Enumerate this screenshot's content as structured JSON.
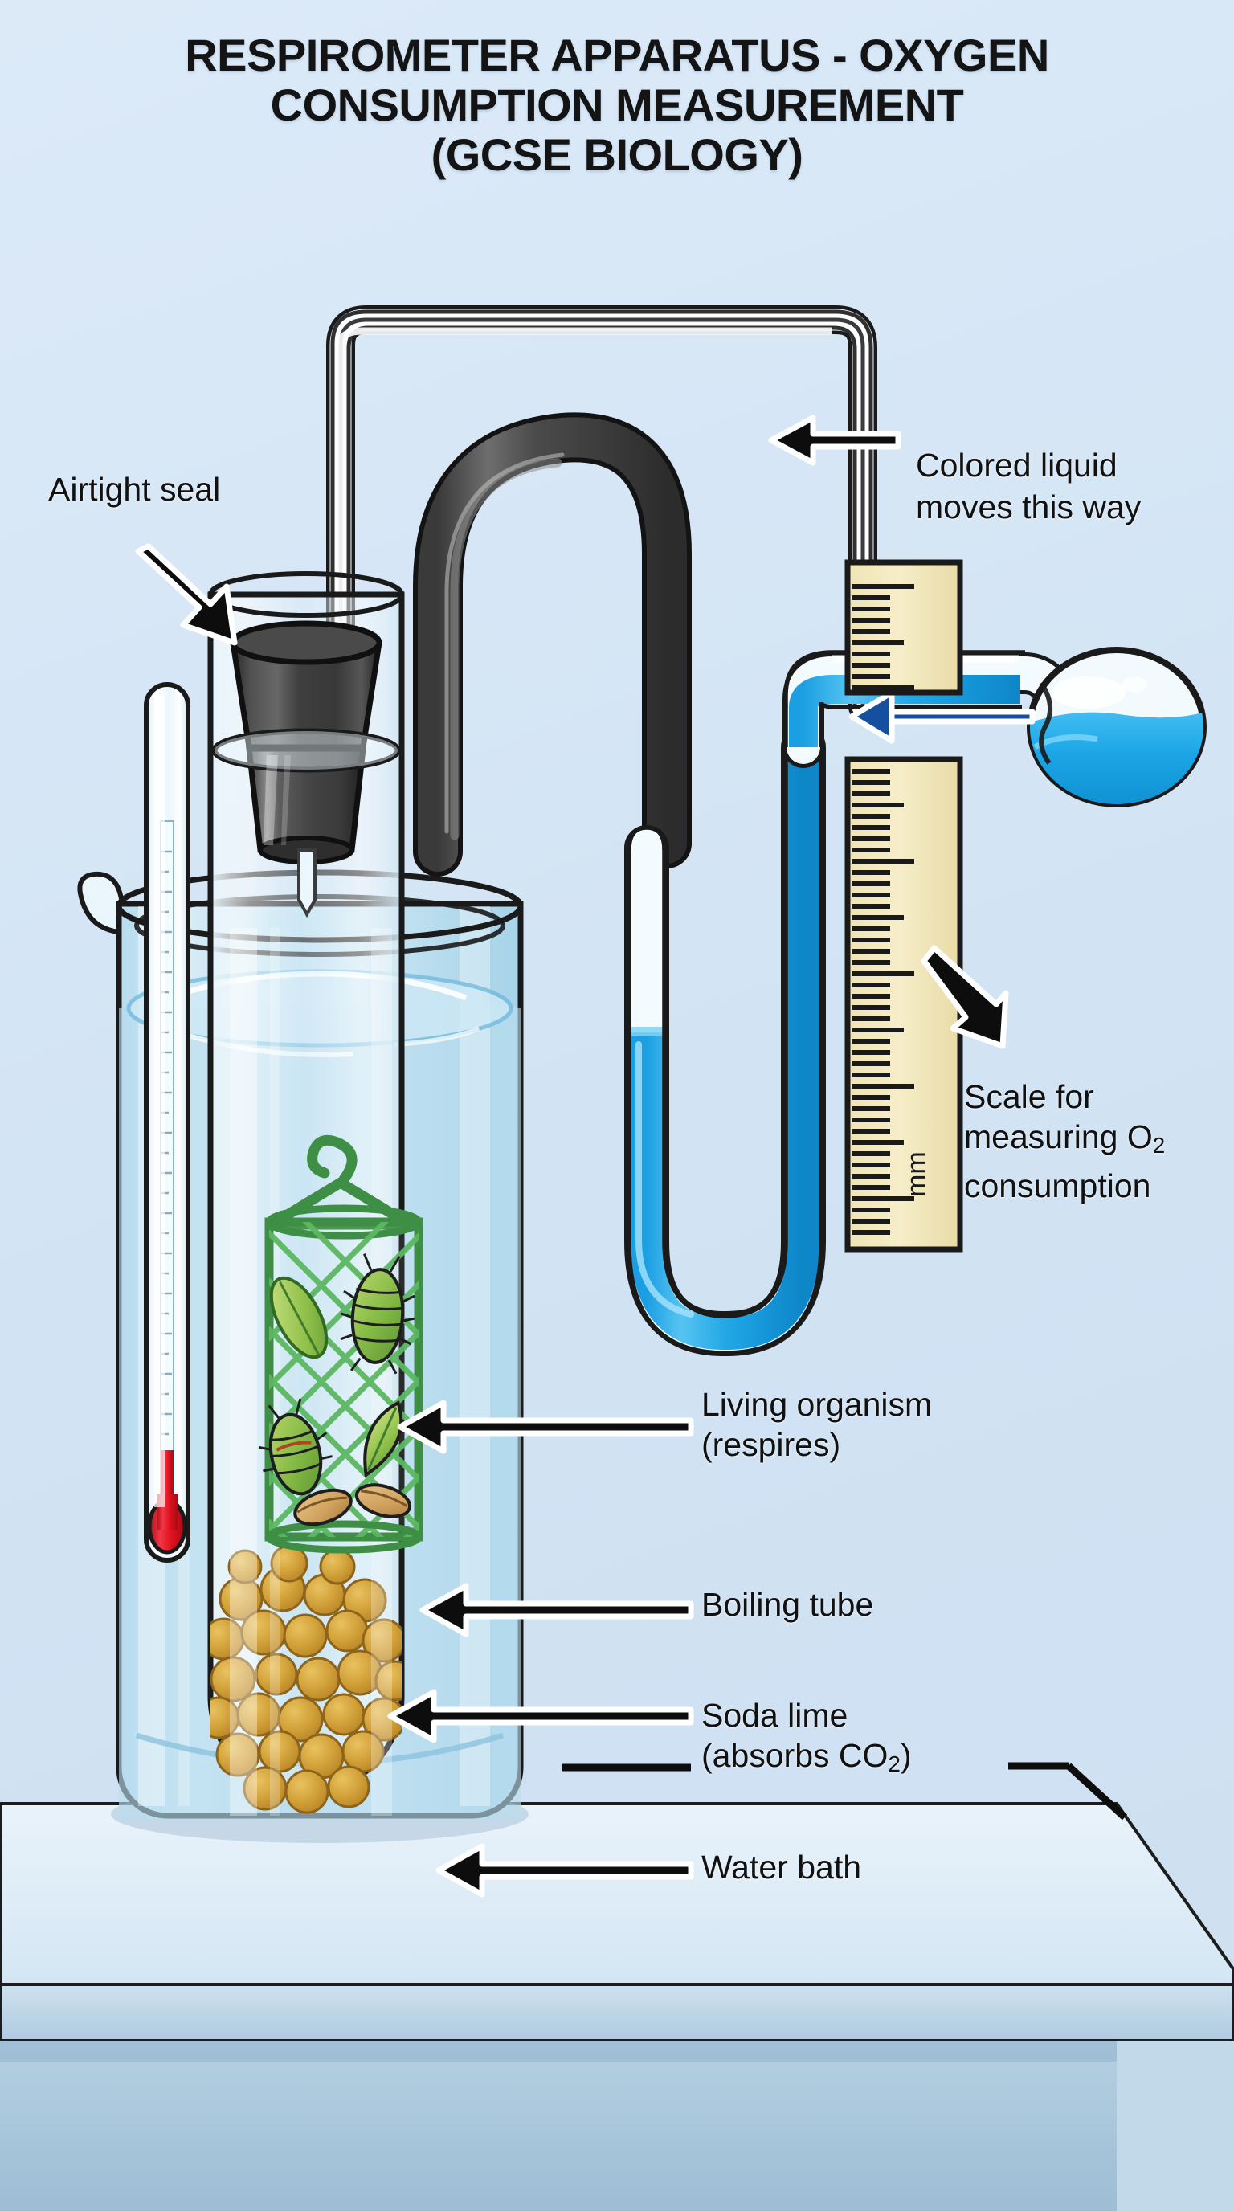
{
  "title": {
    "line1": "RESPIROMETER APPARATUS - OXYGEN",
    "line2": "CONSUMPTION MEASUREMENT",
    "line3": "(GCSE BIOLOGY)"
  },
  "labels": {
    "airtight_seal": "Airtight seal",
    "colored_liquid_l1": "Colored liquid",
    "colored_liquid_l2": "moves this way",
    "scale_l1": "Scale for",
    "scale_l2a": "measuring O",
    "scale_l2b": "2",
    "scale_l3": "consumption",
    "organism_l1": "Living organism",
    "organism_l2": "(respires)",
    "boiling_tube": "Boiling tube",
    "soda_lime_l1": "Soda lime",
    "soda_lime_l2a": "(absorbs CO",
    "soda_lime_l2b": "2",
    "soda_lime_l2c": ")",
    "water_bath": "Water bath"
  },
  "ruler": {
    "unit_label": "mm",
    "major_tick_every": 10,
    "mid_tick_every": 5
  },
  "colors": {
    "background_top": "#dceaf8",
    "background_bottom": "#cfe0f0",
    "manometer_liquid": "#1ea6e8",
    "manometer_liquid_dark": "#0e93d8",
    "arrow_flow": "#14509f",
    "ruler_face": "#f2e8bd",
    "stopper": "#3d3d3d",
    "rubber_tube": "#4a4a4a",
    "glass_outline": "#1a1a1a",
    "soda_lime": "#d9a93a",
    "cage_mesh": "#4ead54",
    "organism_body": "#8dc63f",
    "thermometer_mercury": "#e8192c",
    "water": "#bfe0f0",
    "bench_top": "#e2eef8",
    "bench_front": "#a9c6dd",
    "label_text": "#111111"
  }
}
